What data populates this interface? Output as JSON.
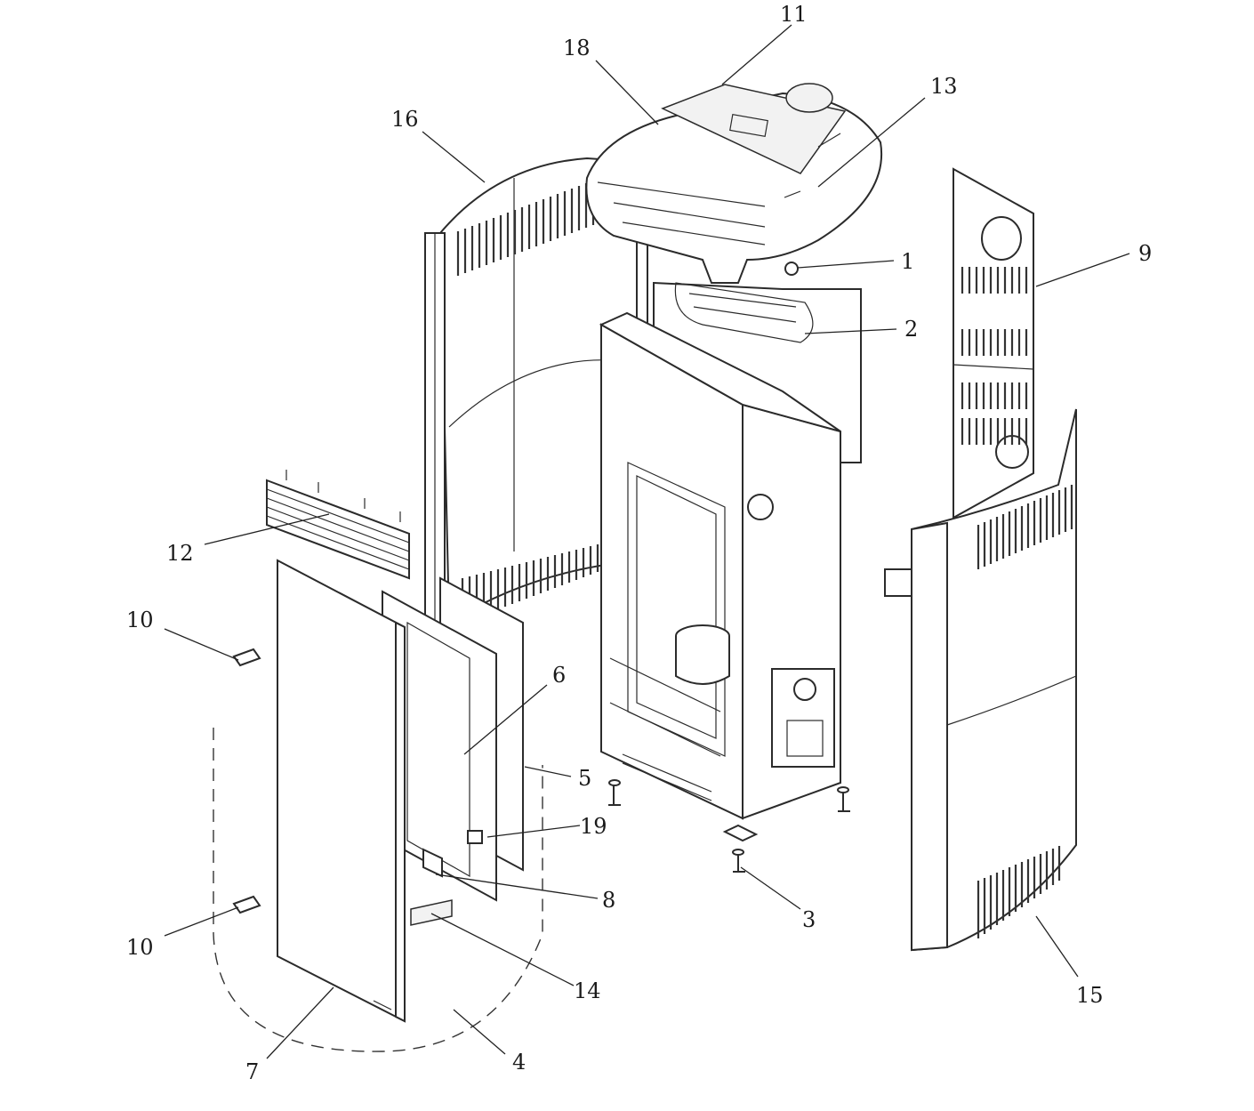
{
  "callouts": [
    {
      "id": "1",
      "label": "1"
    },
    {
      "id": "2",
      "label": "2"
    },
    {
      "id": "3",
      "label": "3"
    },
    {
      "id": "4",
      "label": "4"
    },
    {
      "id": "5",
      "label": "5"
    },
    {
      "id": "6",
      "label": "6"
    },
    {
      "id": "7",
      "label": "7"
    },
    {
      "id": "8",
      "label": "8"
    },
    {
      "id": "9",
      "label": "9"
    },
    {
      "id": "10a",
      "label": "10"
    },
    {
      "id": "10b",
      "label": "10"
    },
    {
      "id": "11",
      "label": "11"
    },
    {
      "id": "12",
      "label": "12"
    },
    {
      "id": "13",
      "label": "13"
    },
    {
      "id": "14",
      "label": "14"
    },
    {
      "id": "15",
      "label": "15"
    },
    {
      "id": "16",
      "label": "16"
    },
    {
      "id": "18",
      "label": "18"
    },
    {
      "id": "19",
      "label": "19"
    }
  ]
}
